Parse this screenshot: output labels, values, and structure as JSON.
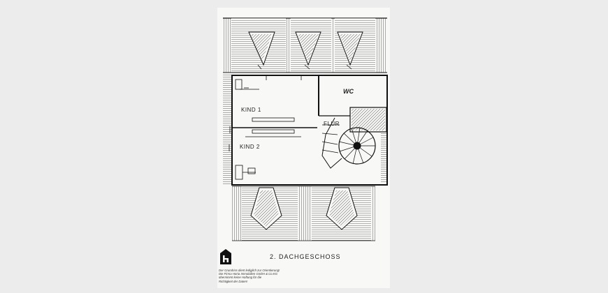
{
  "rooms": {
    "kind1": "KIND 1",
    "kind2": "KIND 2",
    "wc": "WC",
    "flur": "FLUR"
  },
  "floor_title": "2.  DACHGESCHOSS",
  "disclaimer": [
    "Der Grundriss dient lediglich zur Orientierung!",
    "Die Firma Horta Immobilien GmbH & Co.KG",
    "übernimmt keine Haftung für die",
    "Richtigkeit der Daten!"
  ],
  "logo": {
    "icon": "house-h-logo-icon",
    "color": "#111111"
  }
}
